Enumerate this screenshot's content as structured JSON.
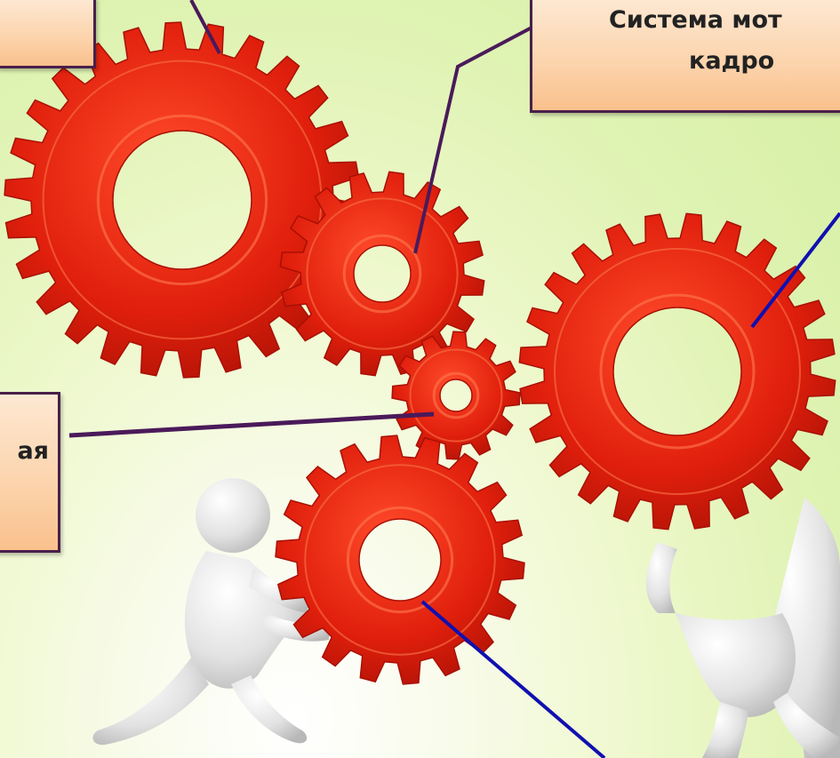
{
  "boxes": {
    "top_right": {
      "line1": "Система мот",
      "line2": "кадро"
    },
    "middle_left": {
      "line1": "ая"
    }
  },
  "colors": {
    "gear": "#e01f0c",
    "gear_dark": "#a81005",
    "box_border": "#4a1f4a",
    "connector_purple": "#4a1a5a",
    "connector_blue": "#1010b0",
    "figure": "#dedede"
  }
}
